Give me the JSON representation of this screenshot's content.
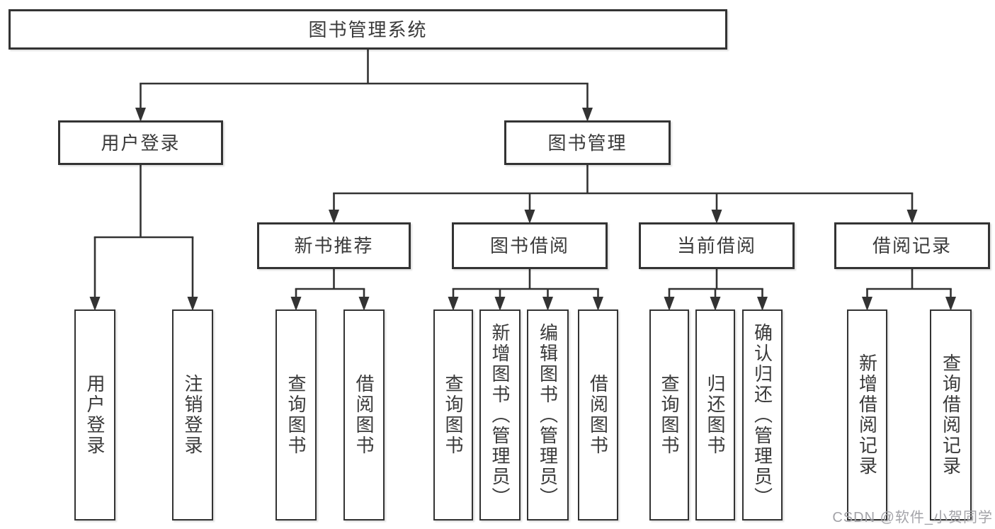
{
  "diagram": {
    "nodes": [
      {
        "id": "root",
        "label": "图书管理系统",
        "parent": null
      },
      {
        "id": "user-login",
        "label": "用户登录",
        "parent": "root"
      },
      {
        "id": "book-mgmt",
        "label": "图书管理",
        "parent": "root"
      },
      {
        "id": "new-books",
        "label": "新书推荐",
        "parent": "book-mgmt"
      },
      {
        "id": "book-borrow",
        "label": "图书借阅",
        "parent": "book-mgmt"
      },
      {
        "id": "current-borrow",
        "label": "当前借阅",
        "parent": "book-mgmt"
      },
      {
        "id": "borrow-records",
        "label": "借阅记录",
        "parent": "book-mgmt"
      },
      {
        "id": "login",
        "label": "用户登录",
        "parent": "user-login"
      },
      {
        "id": "logout",
        "label": "注销登录",
        "parent": "user-login"
      },
      {
        "id": "nb-query",
        "label": "查询图书",
        "parent": "new-books"
      },
      {
        "id": "nb-borrow",
        "label": "借阅图书",
        "parent": "new-books"
      },
      {
        "id": "bb-query",
        "label": "查询图书",
        "parent": "book-borrow"
      },
      {
        "id": "bb-add",
        "label": "新增图书（管理员）",
        "parent": "book-borrow"
      },
      {
        "id": "bb-edit",
        "label": "编辑图书（管理员）",
        "parent": "book-borrow"
      },
      {
        "id": "bb-borrow",
        "label": "借阅图书",
        "parent": "book-borrow"
      },
      {
        "id": "cb-query",
        "label": "查询图书",
        "parent": "current-borrow"
      },
      {
        "id": "cb-return",
        "label": "归还图书",
        "parent": "current-borrow"
      },
      {
        "id": "cb-confirm",
        "label": "确认归还（管理员）",
        "parent": "current-borrow"
      },
      {
        "id": "br-add",
        "label": "新增借阅记录",
        "parent": "borrow-records"
      },
      {
        "id": "br-query",
        "label": "查询借阅记录",
        "parent": "borrow-records"
      }
    ]
  },
  "watermark": {
    "text": "CSDN @软件_小贺同学"
  },
  "colors": {
    "line": "#333333",
    "box_border": "#333333",
    "box_fill": "#ffffff",
    "text": "#3a3a3a",
    "background": "#ffffff",
    "watermark": "#a3a3a8"
  }
}
